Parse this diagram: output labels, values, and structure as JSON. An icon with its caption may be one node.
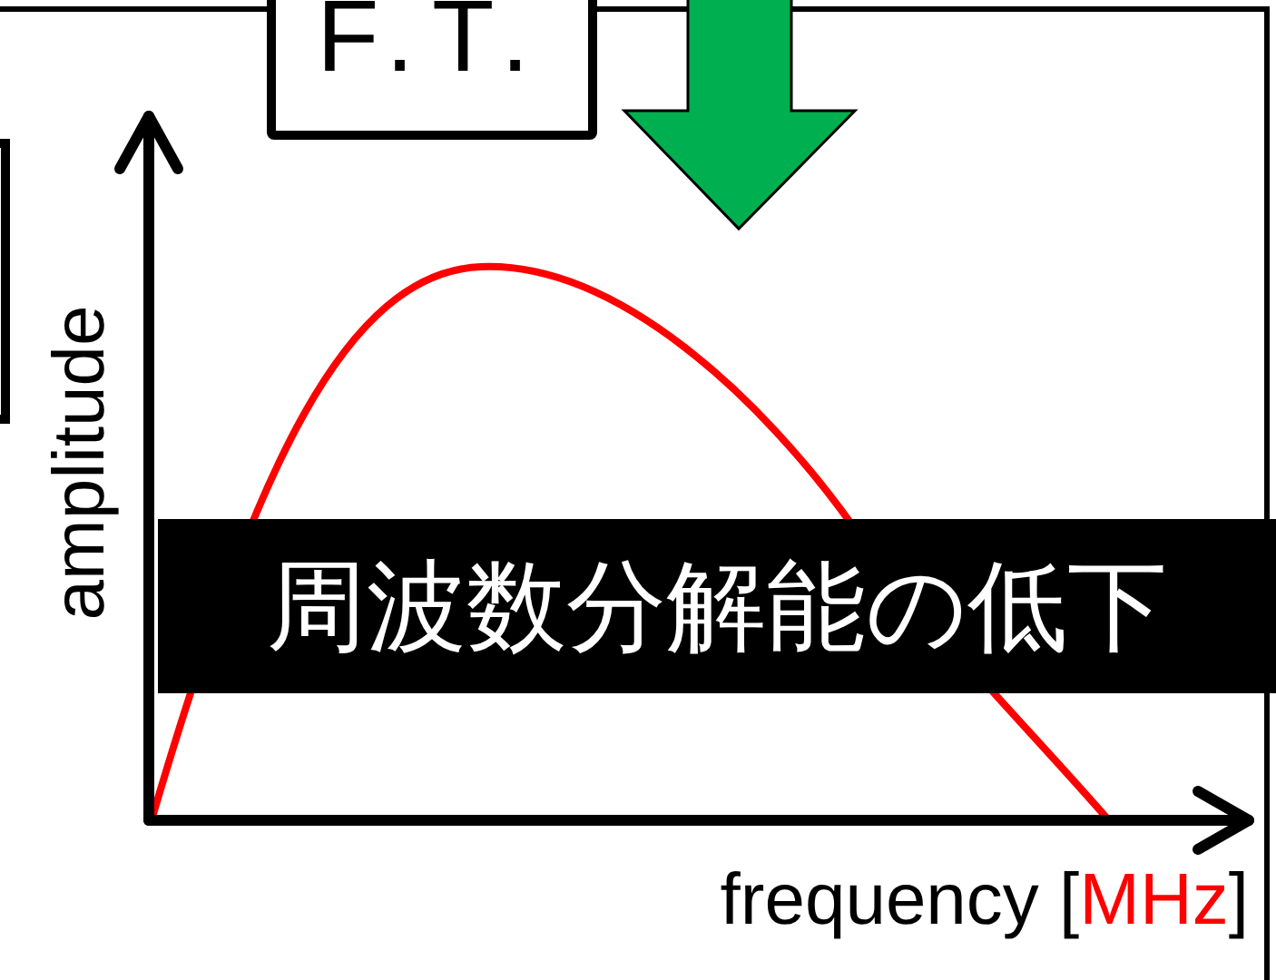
{
  "diagram": {
    "nodes": [
      {
        "text": [
          "F.T."
        ]
      },
      {
        "text": [
          "周波数分解能の低下"
        ]
      }
    ],
    "edges": [],
    "labels": [
      "amplitude",
      "frequency [",
      "MHz",
      "]"
    ]
  }
}
